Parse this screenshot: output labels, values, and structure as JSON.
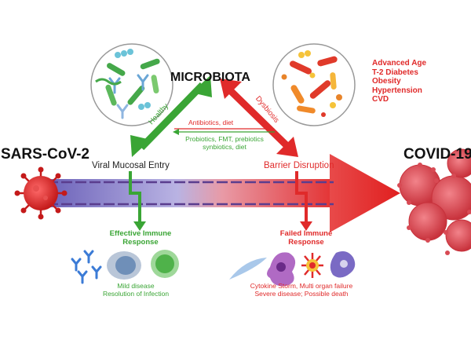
{
  "title": "MICROBIOTA",
  "left_label": "SARS-CoV-2",
  "right_label": "COVID-19",
  "risk_factors": [
    "Advanced Age",
    "T-2 Diabetes",
    "Obesity",
    "Hypertension",
    "CVD"
  ],
  "arrow_healthy": "Healthy",
  "arrow_dysbiosis": "Dysbiosis",
  "middle_top": "Antibiotics, diet",
  "middle_bottom_1": "Probiotics, FMT, prebiotics",
  "middle_bottom_2": "synbiotics, diet",
  "entry_label": "Viral Mucosal Entry",
  "barrier_label": "Barrier Disruption",
  "effective_1": "Effective Immune",
  "effective_2": "Response",
  "failed_1": "Failed Immune",
  "failed_2": "Response",
  "mild_1": "Mild disease",
  "mild_2": "Resolution of Infection",
  "severe_1": "Cytokine Storm, Multi organ failure",
  "severe_2": "Severe disease; Possible death",
  "colors": {
    "green": "#3aa535",
    "red": "#e02a2a",
    "purple": "#5a3d8e"
  }
}
